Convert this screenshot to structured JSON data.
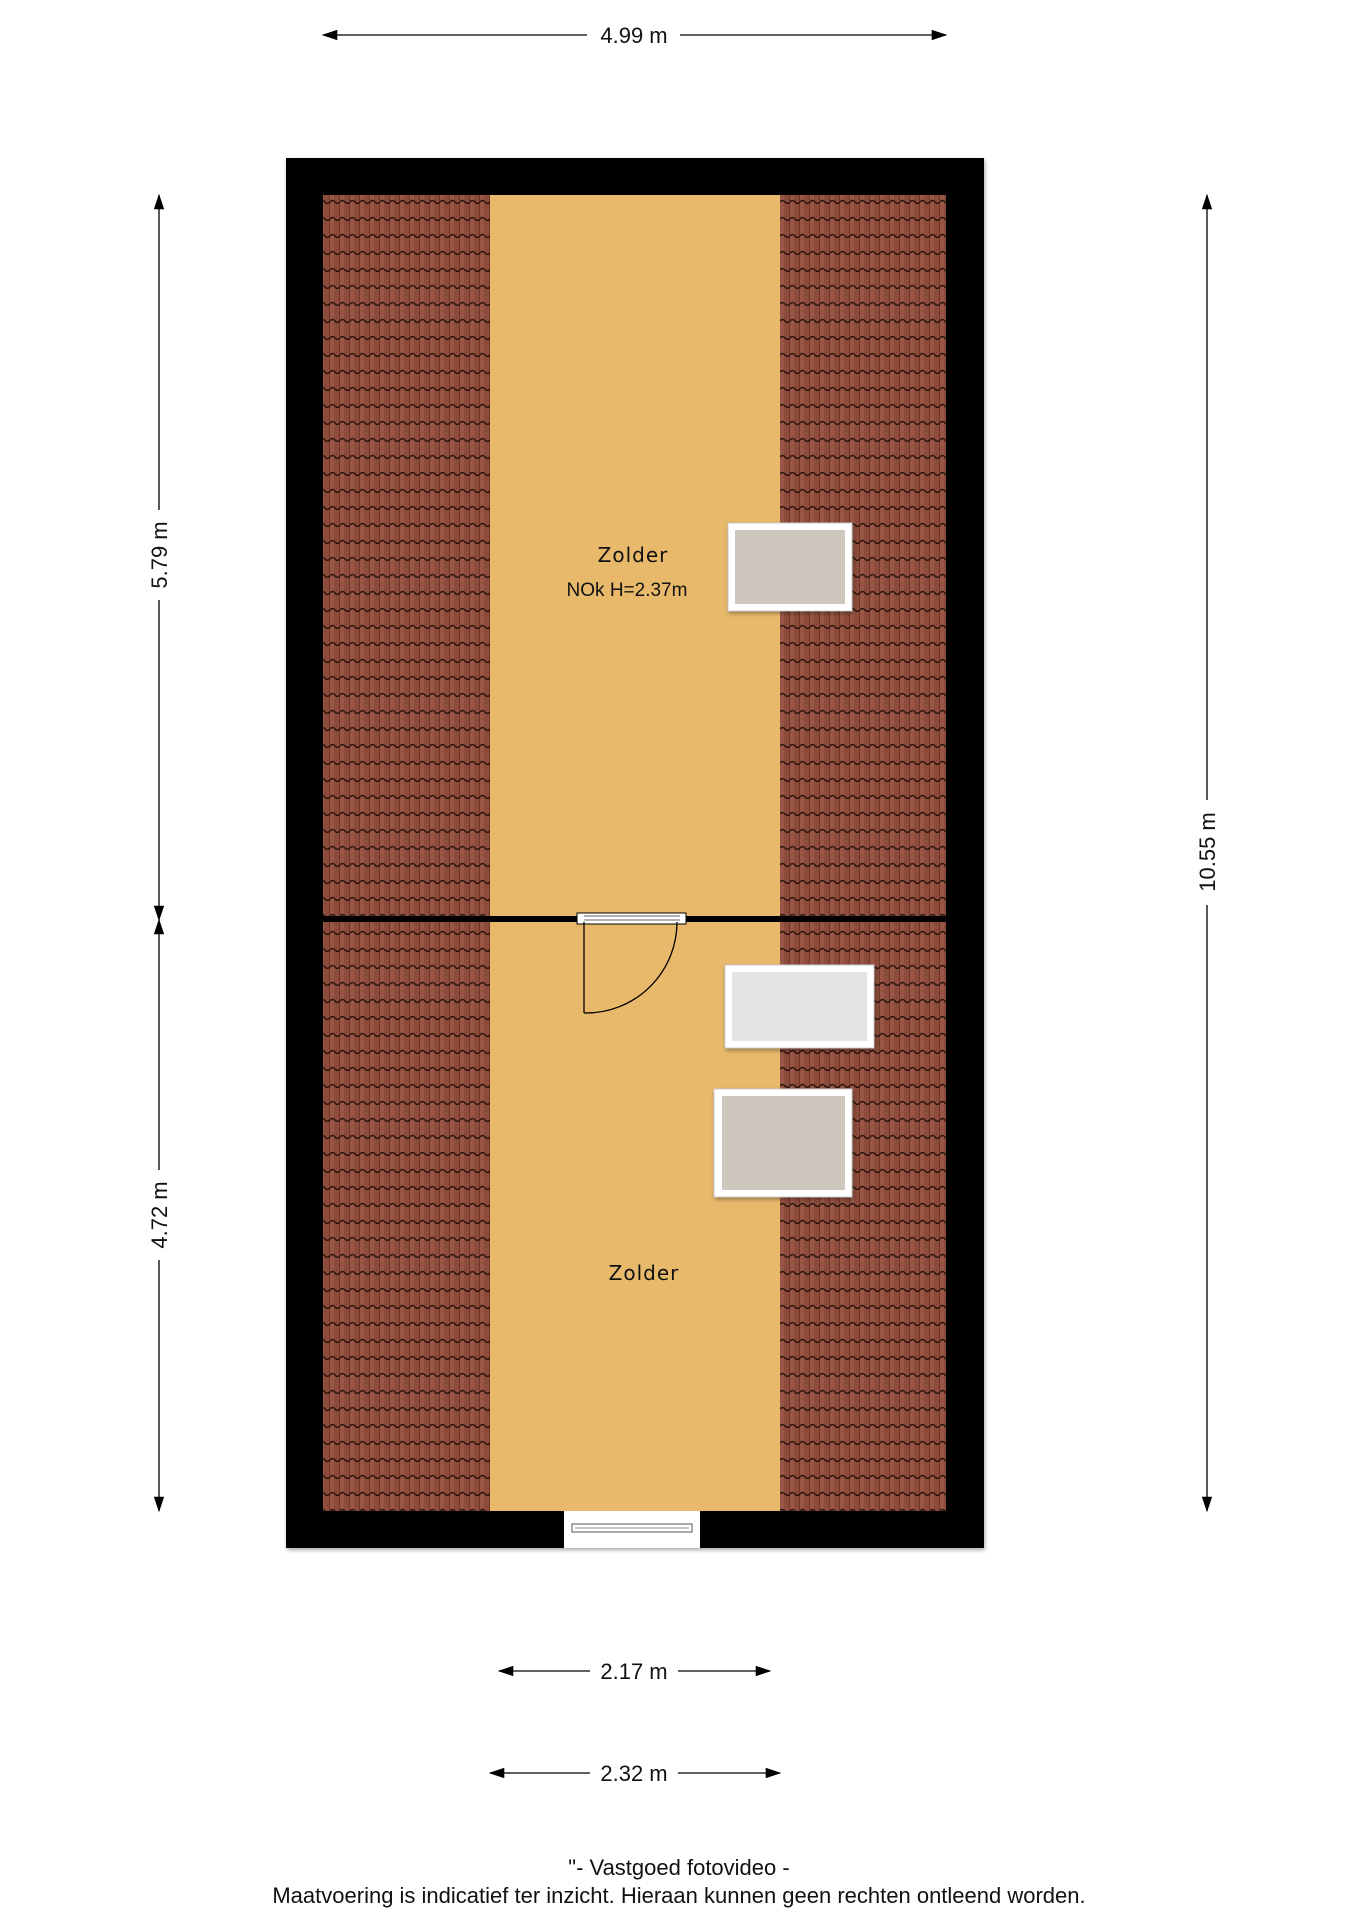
{
  "dimensions": {
    "top_width": "4.99 m",
    "left_upper": "5.79 m",
    "left_lower": "4.72 m",
    "right_total": "10.55 m",
    "bottom_inner": "2.17 m",
    "bottom_outer": "2.32 m"
  },
  "rooms": [
    {
      "name": "Zolder",
      "note": "NOk H=2.37m"
    },
    {
      "name": "Zolder"
    }
  ],
  "footer": {
    "line1": "\"- Vastgoed fotovideo -",
    "line2": "Maatvoering is indicatief ter inzicht. Hieraan kunnen geen rechten ontleend worden."
  },
  "colors": {
    "wall": "#000000",
    "floor": "#e8b96b",
    "roof_tiles": "#8b4a3a",
    "window": "#e6e6e6"
  }
}
